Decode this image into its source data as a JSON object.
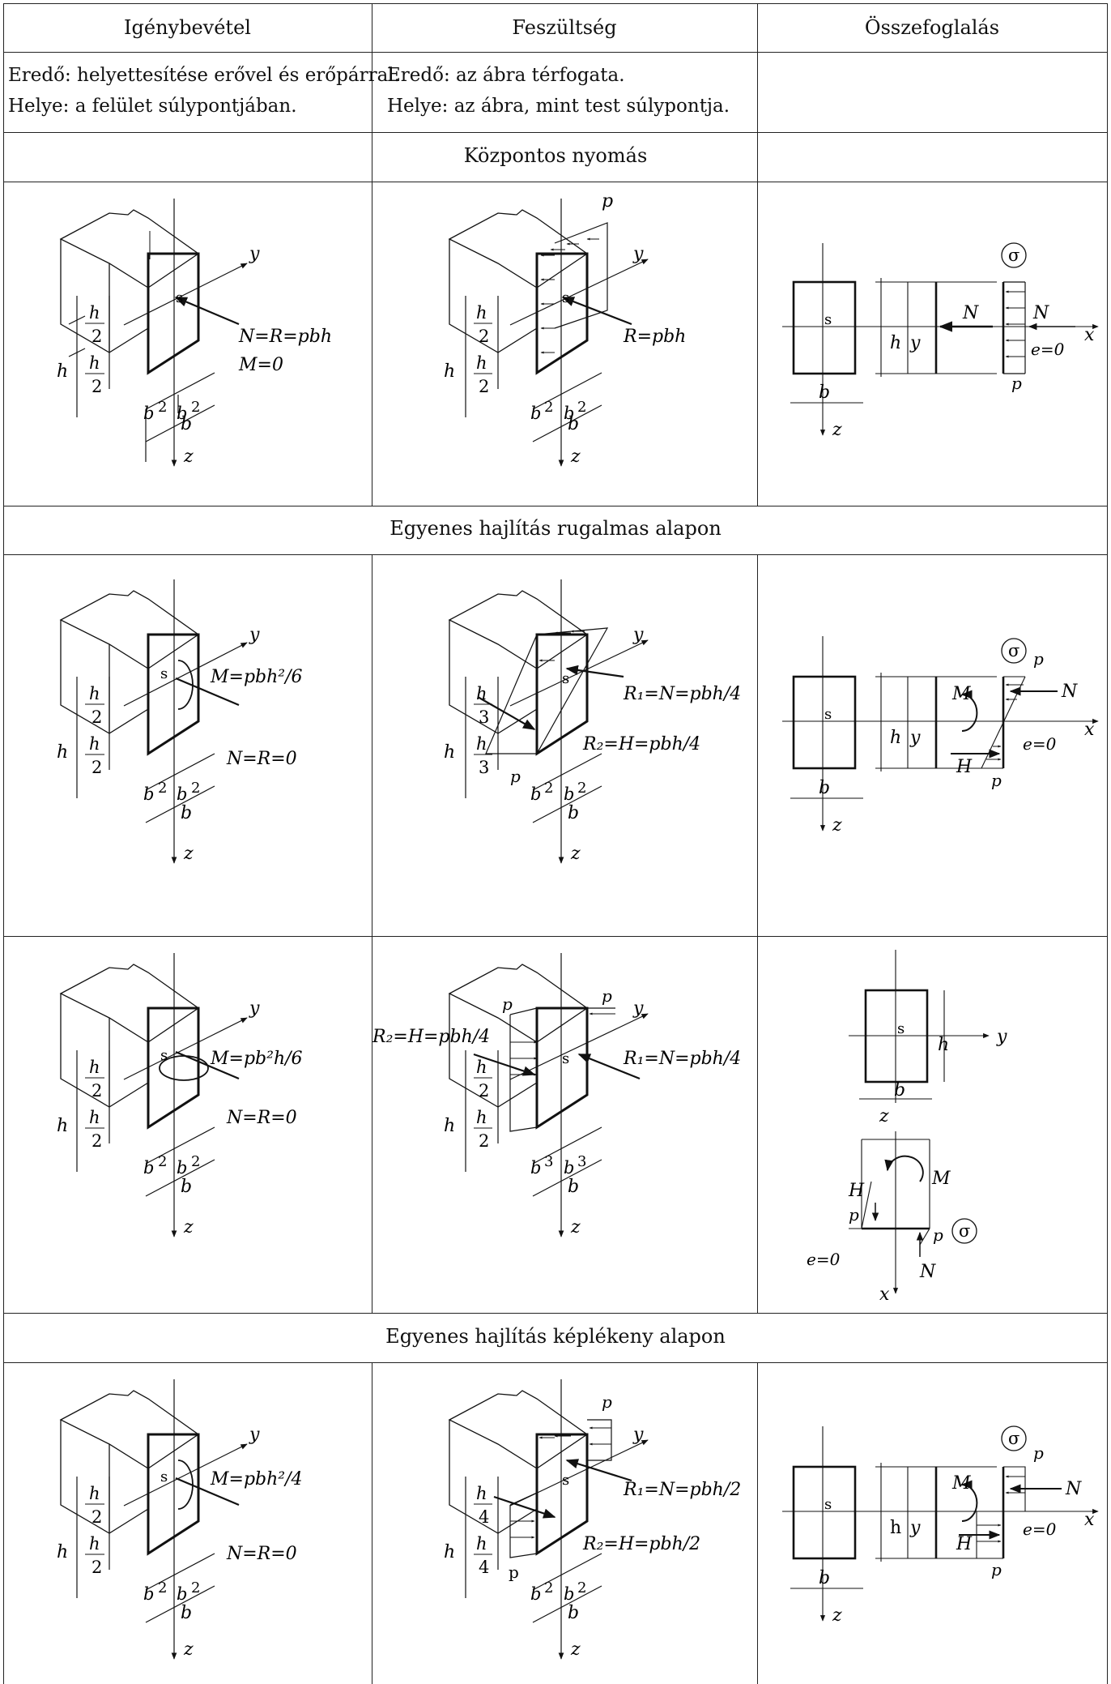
{
  "headers": [
    "Igénybevétel",
    "Feszültség",
    "Összefoglalás"
  ],
  "intro": {
    "col1": [
      "Eredő: helyettesítése erővel és erőpárral.",
      "Helye:  a felület súlypontjában."
    ],
    "col2": [
      "Eredő: az ábra térfogata.",
      "Helye:  az ábra, mint test súlypontja."
    ],
    "col3": []
  },
  "sections": [
    "Központos nyomás",
    "Egyenes hajlítás rugalmas alapon",
    "Egyenes hajlítás képlékeny alapon"
  ],
  "common": {
    "s": "s",
    "y": "y",
    "z": "z",
    "x": "x",
    "h": "h",
    "b": "b",
    "p": "p",
    "half": "2",
    "third": "3",
    "quarter": "4",
    "sigma": "σ",
    "e0": "e=0",
    "N": "N",
    "M": "M",
    "H": "H",
    "p_upright": "p",
    "h_upright": "h"
  },
  "rows": [
    {
      "load": [
        "N=R=pbh",
        "M=0"
      ],
      "stress": [
        "R=pbh"
      ]
    },
    {
      "load": [
        "M=pbh²/6",
        "N=R=0"
      ],
      "stress": [
        "R₁=N=pbh/4",
        "R₂=H=pbh/4"
      ]
    },
    {
      "load": [
        "M=pb²h/6",
        "N=R=0"
      ],
      "stress": [
        "R₂=H=pbh/4",
        "R₁=N=pbh/4"
      ]
    },
    {
      "load": [
        "M=pbh²/4",
        "N=R=0"
      ],
      "stress": [
        "R₁=N=pbh/2",
        "R₂=H=pbh/2"
      ]
    }
  ]
}
